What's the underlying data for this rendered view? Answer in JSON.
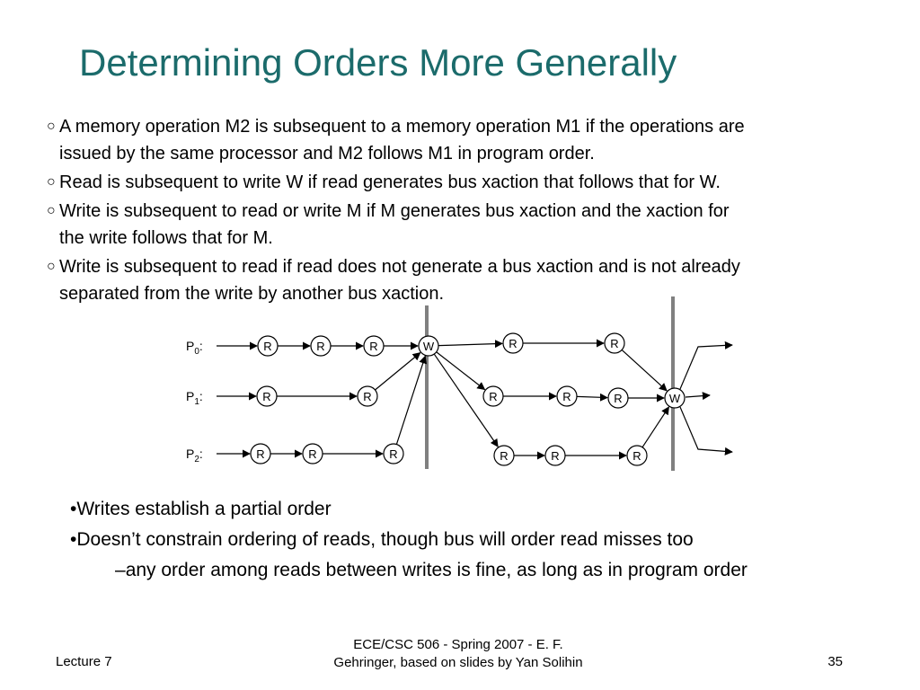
{
  "slide": {
    "title": "Determining Orders More Generally",
    "bullet_marker": "○",
    "bullets": [
      {
        "line1": "A memory operation M2 is subsequent to a memory operation M1 if the operations are",
        "line2": "issued by the same processor and M2 follows M1 in program order."
      },
      {
        "line1": "Read is subsequent to write W if read generates bus xaction that follows that for W.",
        "line2": ""
      },
      {
        "line1": "Write is subsequent to read or write M if  M generates bus xaction and the xaction for",
        "line2": "the write follows that for M."
      },
      {
        "line1": "Write is subsequent to read if read does not generate a bus xaction and is not already",
        "line2": "separated from the write by another bus xaction."
      }
    ],
    "sub_bullets": [
      {
        "marker": "•",
        "text": "Writes establish a partial order"
      },
      {
        "marker": "•",
        "text": "Doesn’t constrain ordering of reads, though bus will order read misses too"
      },
      {
        "marker": "–",
        "text": "any order among reads between writes is fine, as long as in program order"
      }
    ]
  },
  "diagram": {
    "processors": [
      {
        "label": "P",
        "sub": "0",
        "suffix": ":"
      },
      {
        "label": "P",
        "sub": "1",
        "suffix": ":"
      },
      {
        "label": "P",
        "sub": "2",
        "suffix": ":"
      }
    ],
    "read_label": "R",
    "write_label": "W",
    "node_stroke": "#000000",
    "separator_color": "#808080"
  },
  "footer": {
    "left": "Lecture 7",
    "center_line1": "ECE/CSC 506 - Spring 2007 - E. F.",
    "center_line2": "Gehringer, based on slides by Yan Solihin",
    "page": "35"
  },
  "colors": {
    "title": "#1b6b6b",
    "text": "#000000",
    "background": "#ffffff"
  }
}
